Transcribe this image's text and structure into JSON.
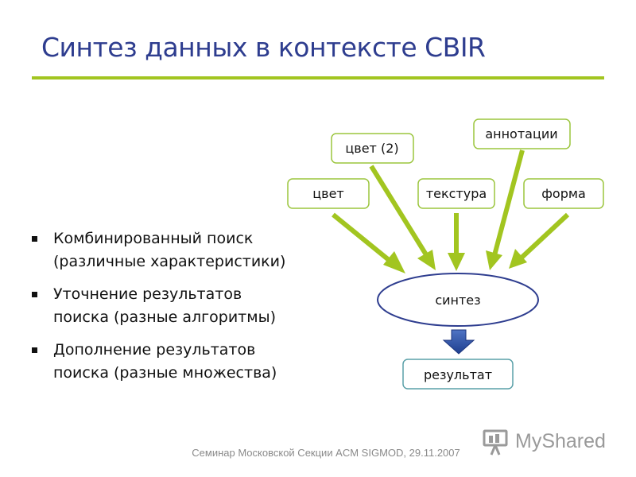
{
  "title": "Синтез данных в контексте CBIR",
  "bullets": [
    {
      "lines": [
        "Комбинированный поиск",
        "(различные характеристики)"
      ]
    },
    {
      "lines": [
        "Уточнение результатов",
        "поиска (разные алгоритмы)"
      ]
    },
    {
      "lines": [
        "Дополнение результатов",
        "поиска (разные множества)"
      ]
    }
  ],
  "diagram": {
    "inputs": {
      "color": "цвет",
      "color2": "цвет (2)",
      "texture": "текстура",
      "annotations": "аннотации",
      "shape": "форма"
    },
    "synthesis": "синтез",
    "result": "результат"
  },
  "footer": "Семинар Московской Секции ACM SIGMOD, 29.11.2007",
  "watermark": {
    "text": "MyShared"
  },
  "colors": {
    "title": "#2e3d8f",
    "accent_green": "#a2c520",
    "box_border": "#9bc53d",
    "ellipse_border": "#2e3d8f",
    "arrow_down": "#2b4c9e"
  }
}
